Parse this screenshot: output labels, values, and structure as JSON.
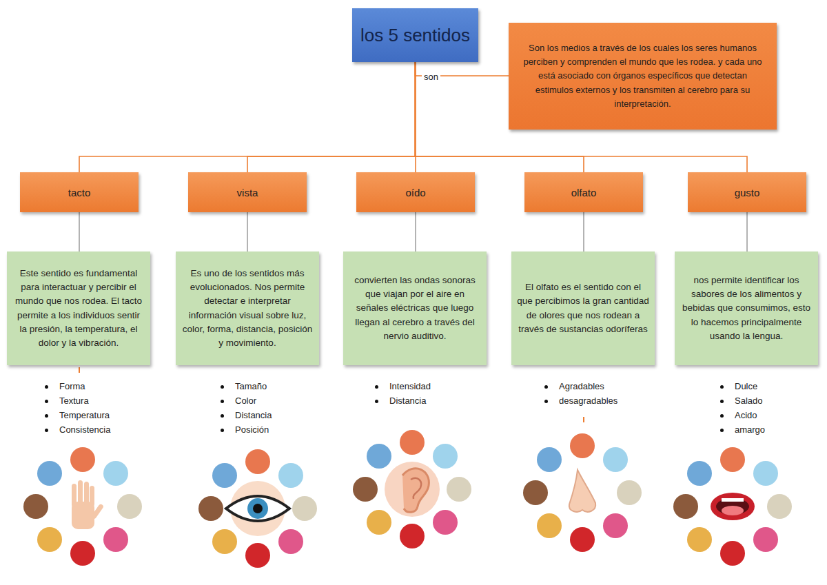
{
  "diagram": {
    "nodes": [
      {
        "text": [
          "los 5 sentidos"
        ]
      },
      {
        "text": [
          "Son los medios a través de los cuales los seres humanos perciben y comprenden el mundo que les rodea. y cada uno está asociado con órganos específicos que detectan estimulos externos y los transmiten al cerebro para su interpretación."
        ]
      },
      {
        "text": [
          "tacto"
        ]
      },
      {
        "text": [
          "vista"
        ]
      },
      {
        "text": [
          "oído"
        ]
      },
      {
        "text": [
          "olfato"
        ]
      },
      {
        "text": [
          "gusto"
        ]
      },
      {
        "text": [
          "Este sentido es fundamental para interactuar y percibir el mundo que nos rodea. El tacto permite a los individuos sentir la presión, la temperatura, el dolor y la vibración."
        ]
      },
      {
        "text": [
          "Es uno de los sentidos más evolucionados. Nos permite detectar e interpretar información visual sobre luz, color, forma, distancia, posición y movimiento."
        ]
      },
      {
        "text": [
          "convierten las ondas sonoras que viajan por el aire en señales eléctricas que luego llegan al cerebro a través del nervio auditivo."
        ]
      },
      {
        "text": [
          "El olfato es el sentido con el que percibimos la gran cantidad de olores que nos rodean a través de sustancias odoríferas"
        ]
      },
      {
        "text": [
          "nos permite identificar los sabores de los alimentos y bebidas que consumimos, esto lo hacemos principalmente usando la lengua."
        ]
      }
    ],
    "edges": [
      {
        "from": 0,
        "to": 1,
        "arrow": "none"
      },
      {
        "from": 0,
        "to": 2,
        "arrow": "none"
      },
      {
        "from": 0,
        "to": 3,
        "arrow": "none"
      },
      {
        "from": 0,
        "to": 4,
        "arrow": "none"
      },
      {
        "from": 0,
        "to": 5,
        "arrow": "none"
      },
      {
        "from": 0,
        "to": 6,
        "arrow": "none"
      },
      {
        "from": 2,
        "to": 7,
        "arrow": "none"
      },
      {
        "from": 3,
        "to": 8,
        "arrow": "none"
      },
      {
        "from": 4,
        "to": 9,
        "arrow": "none"
      },
      {
        "from": 5,
        "to": 10,
        "arrow": "none"
      },
      {
        "from": 6,
        "to": 11,
        "arrow": "none"
      }
    ],
    "labels": [
      "son",
      "Forma",
      "Textura",
      "Temperatura",
      "Consistencia",
      "Tamaño",
      "Color",
      "Distancia",
      "Posición",
      "Intensidad",
      "Distancia",
      "Agradables",
      "desagradables",
      "Dulce",
      "Salado",
      "Acido",
      "amargo"
    ]
  }
}
